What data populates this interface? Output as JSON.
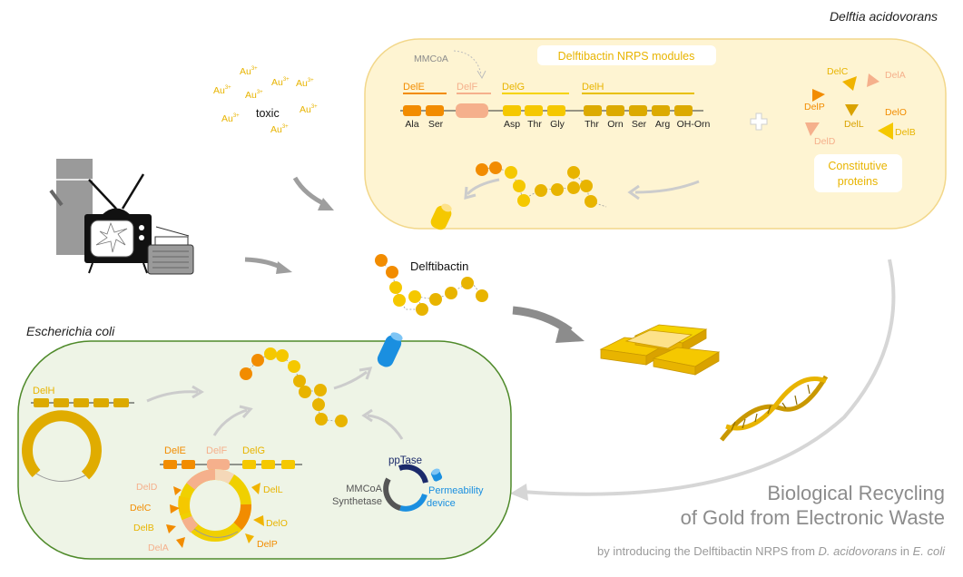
{
  "organisms": {
    "delftia": "Delftia acidovorans",
    "ecoli": "Escherichia coli"
  },
  "titles": {
    "main_line1": "Biological Recycling",
    "main_line2": "of Gold from Electronic Waste",
    "subtitle_prefix": "by introducing the Delftibactin NRPS from ",
    "subtitle_org1": "D. acidovorans",
    "subtitle_mid": " in ",
    "subtitle_org2": "E. coli"
  },
  "gold": {
    "ion": "Au",
    "charge": "3+",
    "toxic_label": "toxic"
  },
  "delftia_cell": {
    "mmcoa": "MMCoA",
    "nrps_modules": "Delftibactin NRPS modules",
    "genes": [
      "DelE",
      "DelF",
      "DelG",
      "DelH"
    ],
    "amino_acids": [
      "Ala",
      "Ser",
      "Asp",
      "Thr",
      "Gly",
      "Thr",
      "Orn",
      "Ser",
      "Arg",
      "OH-Orn"
    ],
    "proteins": [
      "DelC",
      "DelA",
      "DelP",
      "DelO",
      "DelL",
      "DelD",
      "DelB"
    ],
    "constitutive_line1": "Constitutive",
    "constitutive_line2": "proteins"
  },
  "product": {
    "delftibactin": "Delftibactin"
  },
  "ecoli_cell": {
    "delh": "DelH",
    "operon": [
      "DelE",
      "DelF",
      "DelG"
    ],
    "plasmid_left": [
      "DelD",
      "DelC",
      "DelB",
      "DelA"
    ],
    "plasmid_right": [
      "DelL",
      "DelO",
      "DelP"
    ],
    "pptase": "ppTase",
    "mmcoa_line1": "MMCoA",
    "mmcoa_line2": "Synthetase",
    "perm_line1": "Permeability",
    "perm_line2": "device"
  },
  "colors": {
    "gold": "#e8b400",
    "gold_light": "#f5d300",
    "orange": "#f28c00",
    "salmon": "#f5b08c",
    "delftia_fill": "#fef4d2",
    "delftia_stroke": "#f2d78a",
    "ecoli_fill": "#eef4e6",
    "ecoli_stroke": "#4f8a2a",
    "blue": "#1a8fe0",
    "navy": "#1b2a6b",
    "grey_text": "#8c8c8c"
  }
}
